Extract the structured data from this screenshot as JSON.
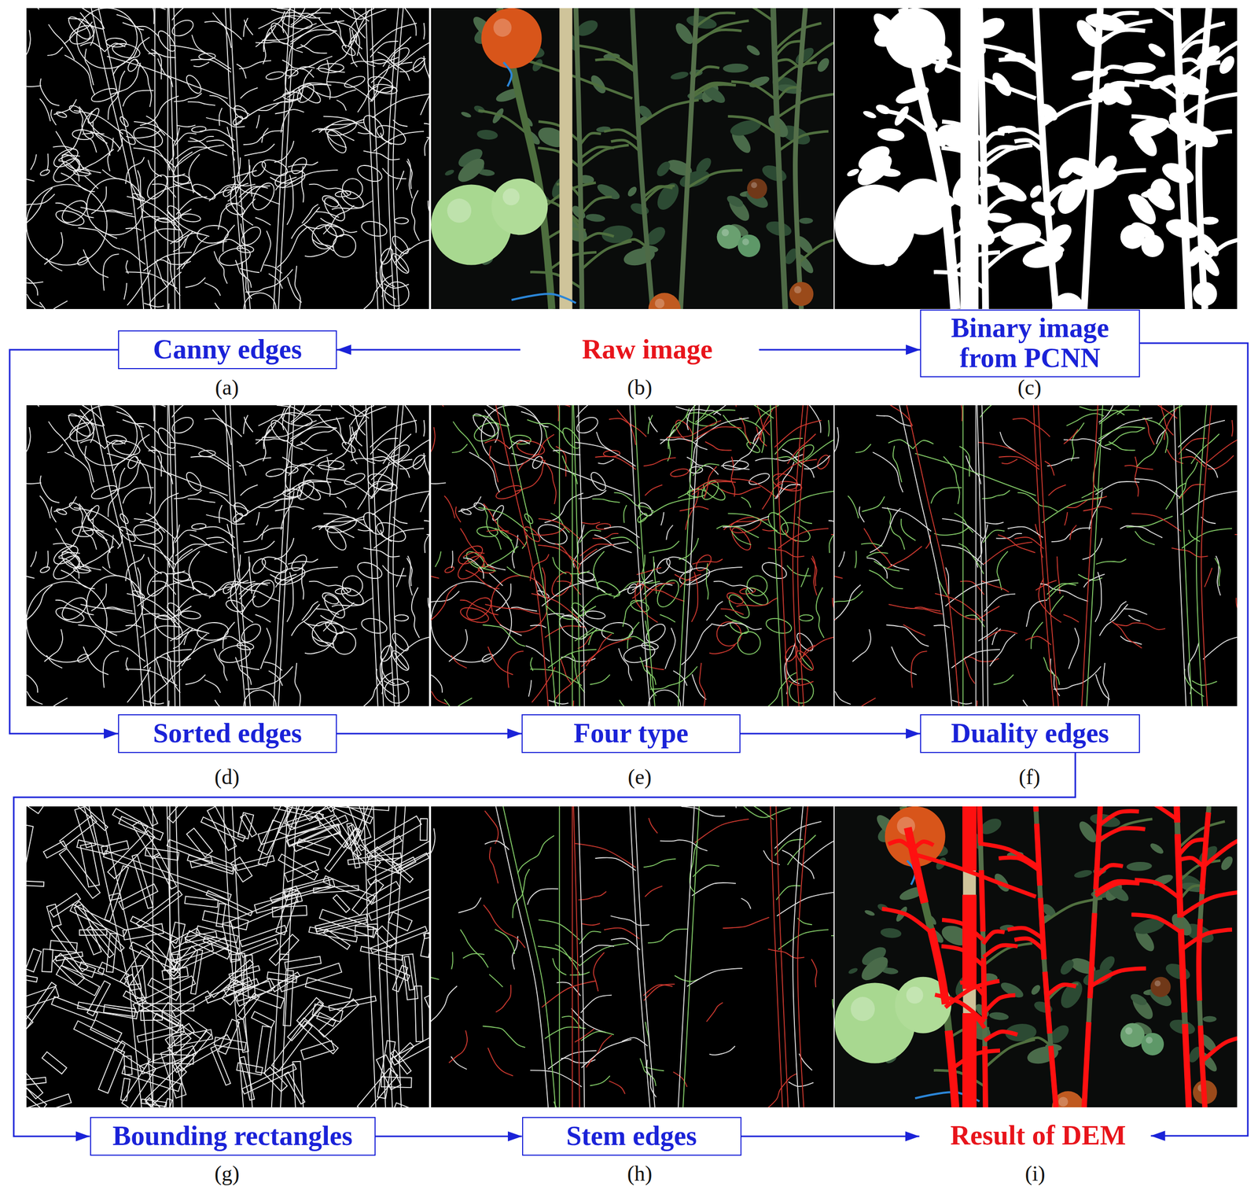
{
  "diagram": {
    "nodes": [
      {
        "text": [
          "Canny edges"
        ]
      },
      {
        "text": [
          "Raw image"
        ]
      },
      {
        "text": [
          "Binary image from PCNN"
        ]
      },
      {
        "text": [
          "Sorted edges"
        ]
      },
      {
        "text": [
          "Four type"
        ]
      },
      {
        "text": [
          "Duality edges"
        ]
      },
      {
        "text": [
          "Bounding rectangles"
        ]
      },
      {
        "text": [
          "Stem edges"
        ]
      },
      {
        "text": [
          "Result of DEM"
        ]
      }
    ],
    "edges": [
      {
        "from": 1,
        "to": 0,
        "arrow": "to"
      },
      {
        "from": 1,
        "to": 2,
        "arrow": "to"
      },
      {
        "from": 0,
        "to": 3,
        "arrow": "to"
      },
      {
        "from": 3,
        "to": 4,
        "arrow": "to"
      },
      {
        "from": 4,
        "to": 5,
        "arrow": "to"
      },
      {
        "from": 5,
        "to": 6,
        "arrow": "to"
      },
      {
        "from": 6,
        "to": 7,
        "arrow": "to"
      },
      {
        "from": 7,
        "to": 8,
        "arrow": "to"
      },
      {
        "from": 2,
        "to": 8,
        "arrow": "to"
      }
    ],
    "labels": [
      "(a)",
      "(b)",
      "(c)",
      "(d)",
      "(e)",
      "(f)",
      "(g)",
      "(h)",
      "(i)"
    ]
  }
}
